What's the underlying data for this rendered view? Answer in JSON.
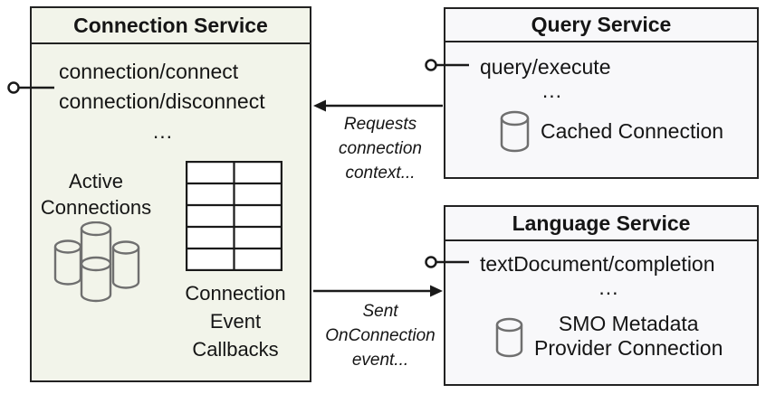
{
  "diagram": {
    "connection_service": {
      "title": "Connection Service",
      "method_1": "connection/connect",
      "method_2": "connection/disconnect",
      "ellipsis": "...",
      "active_connections": {
        "line1": "Active",
        "line2": "Connections"
      },
      "callbacks": {
        "line1": "Connection",
        "line2": "Event",
        "line3": "Callbacks"
      }
    },
    "query_service": {
      "title": "Query Service",
      "method_1": "query/execute",
      "ellipsis": "...",
      "resource": "Cached Connection"
    },
    "language_service": {
      "title": "Language Service",
      "method_1": "textDocument/completion",
      "ellipsis": "...",
      "resource": {
        "line1": "SMO Metadata",
        "line2": "Provider Connection"
      }
    },
    "edges": {
      "requests": {
        "line1": "Requests",
        "line2": "connection",
        "line3": "context..."
      },
      "sent": {
        "line1": "Sent",
        "line2": "OnConnection",
        "line3": "event..."
      }
    },
    "colors": {
      "connection_box_fill": "#f2f4ea",
      "service_box_fill": "#f8f8fa",
      "border": "#222222",
      "cylinder_stroke": "#6f6f6f",
      "text": "#151515"
    }
  }
}
